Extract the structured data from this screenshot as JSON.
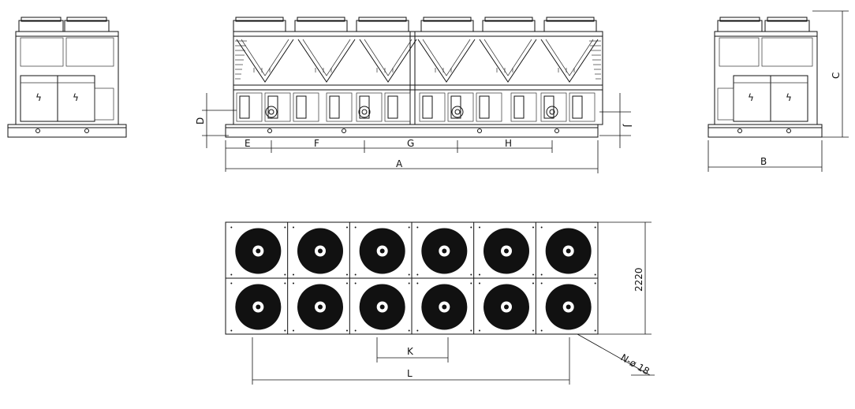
{
  "dimensions": {
    "A": "A",
    "B": "B",
    "C": "C",
    "D": "D",
    "E": "E",
    "F": "F",
    "G": "G",
    "H": "H",
    "J": "J",
    "K": "K",
    "L": "L",
    "depth_value": "2220",
    "hole_callout": "N-ø 18"
  },
  "fan_grid": {
    "columns": 6,
    "rows": 2
  },
  "colors": {
    "line": "#111111",
    "background": "#ffffff"
  }
}
